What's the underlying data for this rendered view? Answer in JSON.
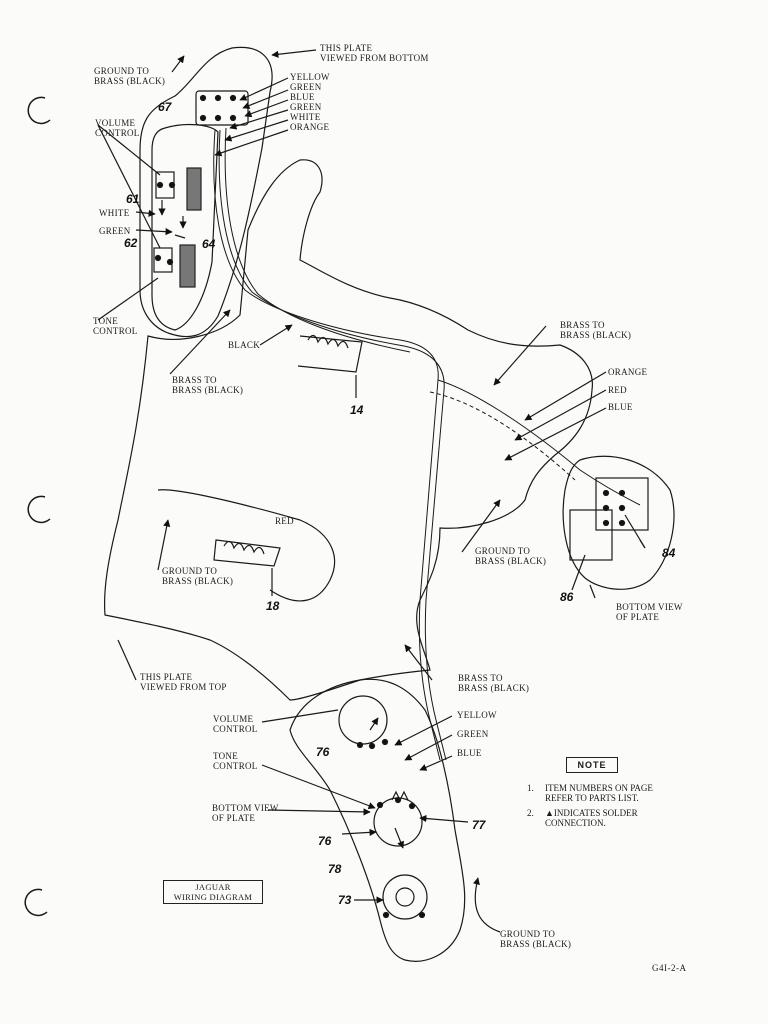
{
  "diagram": {
    "labels": {
      "ground_to_brass_top": "GROUND TO\nBRASS (BLACK)",
      "this_plate_bottom": "THIS PLATE\nVIEWED FROM BOTTOM",
      "wire_colors_top": "YELLOW\nGREEN\nBLUE\nGREEN\nWHITE\nORANGE",
      "volume_control_top": "VOLUME\nCONTROL",
      "white": "WHITE",
      "green": "GREEN",
      "tone_control_top": "TONE\nCONTROL",
      "black": "BLACK",
      "brass_to_brass_left": "BRASS TO\nBRASS (BLACK)",
      "brass_to_brass_right": "BRASS TO\nBRASS (BLACK)",
      "orange": "ORANGE",
      "red_right": "RED",
      "blue_right": "BLUE",
      "red_mid": "RED",
      "ground_to_brass_mid_left": "GROUND TO\nBRASS (BLACK)",
      "ground_to_brass_mid_right": "GROUND TO\nBRASS (BLACK)",
      "bottom_view_plate_right": "BOTTOM VIEW\nOF PLATE",
      "this_plate_top": "THIS PLATE\nVIEWED FROM TOP",
      "brass_to_brass_lower": "BRASS TO\nBRASS (BLACK)",
      "volume_control_bottom": "VOLUME\nCONTROL",
      "yellow": "YELLOW",
      "green_bottom": "GREEN",
      "blue_bottom": "BLUE",
      "tone_control_bottom": "TONE\nCONTROL",
      "bottom_view_plate_lower": "BOTTOM VIEW\nOF PLATE",
      "ground_to_brass_bottom": "GROUND TO\nBRASS (BLACK)"
    },
    "numbers": {
      "n67": "67",
      "n61": "61",
      "n62": "62",
      "n64": "64",
      "n14": "14",
      "n18": "18",
      "n84": "84",
      "n86": "86",
      "n76a": "76",
      "n76b": "76",
      "n77": "77",
      "n78": "78",
      "n73": "73"
    },
    "title": "JAGUAR\nWIRING DIAGRAM",
    "note_heading": "NOTE",
    "notes": [
      {
        "num": "1.",
        "text": "ITEM NUMBERS ON PAGE\nREFER TO PARTS LIST."
      },
      {
        "num": "2.",
        "text": "▲INDICATES SOLDER\nCONNECTION."
      }
    ],
    "doc_number": "G4I-2-A"
  }
}
